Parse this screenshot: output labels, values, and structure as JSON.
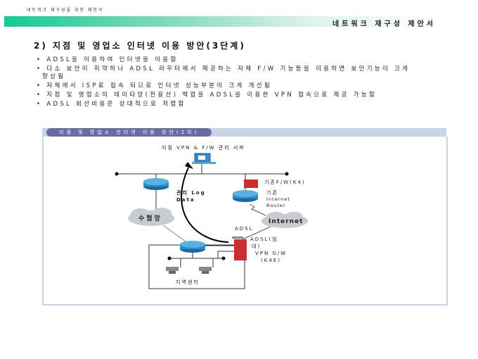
{
  "header": {
    "small": "네트워크 재구성을 위한 제안서",
    "bar_title": "네트워크 재구성 제안서"
  },
  "title": "2) 지점 및 영업소 인터넷 이용 방안(3단계)",
  "bullets": [
    "ADSL을 이용하여 인터넷을 이용함",
    "다소 보안이 취약하나 ADSL 라우터에서 제공하는 자체 F/W 기능등을 이용하면 보안기능이 크게 향상됨",
    "자체에서 ISP로 접속 되므로 인터넷 성능부분이 크게 개선됨",
    "지점 및 영업소의 데이타망(전용선) 백업을 ADSL을 이용한 VPN 접속으로 제공 가능함",
    "ADSL 회선비용은 상대적으로 저렴함"
  ],
  "panel_title": "지점 및 영업소 인터넷 이용 방안(2차)",
  "diagram": {
    "server": "지점 VPN & F/W 관리 서버",
    "fw_existing": "기존F/W(K4)",
    "router_existing_1": "기존",
    "router_existing_2": "Internet",
    "router_existing_3": "Router",
    "internet": "Internet",
    "suhyup": "수협망",
    "adsl": "ADSL",
    "adsl_lease_1": "ADSL(임",
    "adsl_lease_2": "대)",
    "vpn_gw_1": "VPN G/W",
    "vpn_gw_2": "(K4E)",
    "log_1": "관리 Log",
    "log_2": "Data",
    "center": "지역센터"
  },
  "colors": {
    "router": "#2a8cc8",
    "firewall": "#c83030",
    "cloud": "#c8ccd0"
  }
}
